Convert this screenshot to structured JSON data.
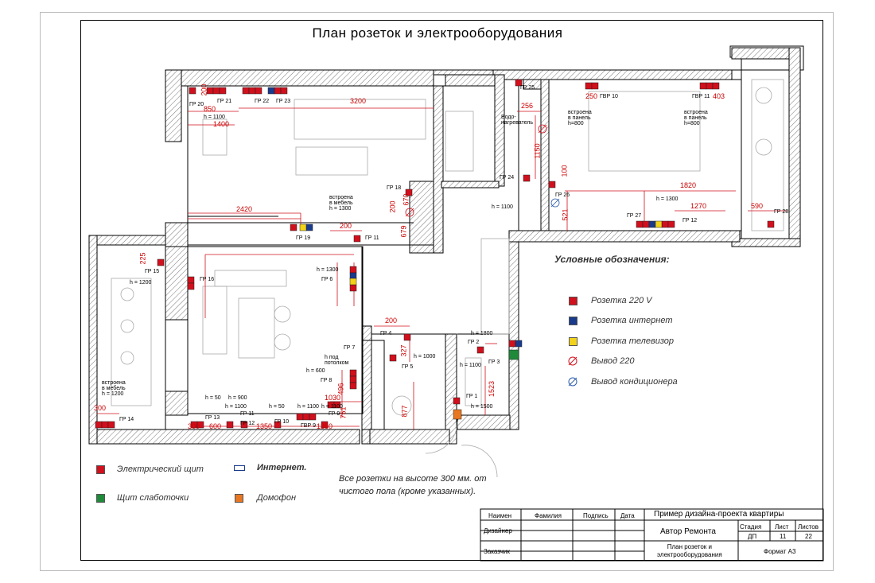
{
  "title": "План розеток и электрооборудования",
  "legend": {
    "heading": "Условные обозначения:",
    "items": [
      {
        "label": "Розетка 220 V",
        "color": "#d0101c"
      },
      {
        "label": "Розетка интернет",
        "color": "#1a3a8c"
      },
      {
        "label": "Розетка телевизор",
        "color": "#f2d21a"
      },
      {
        "label": "Вывод 220",
        "color": "#d0101c"
      },
      {
        "label": "Вывод кондиционера",
        "color": "#2b5cad"
      }
    ]
  },
  "bottom_legend": {
    "electric_panel": "Электрический щит",
    "lowcurrent_panel": "Щит слаботочки",
    "internet": "Интернет.",
    "intercom": "Домофон"
  },
  "note": {
    "line1": "Все розетки на высоте 300 мм. от",
    "line2": "чистого пола (кроме указанных)."
  },
  "labels": {
    "gr20": "ГР 20",
    "gr21": "ГР 21",
    "gr22": "ГР 22",
    "gr23": "ГР 23",
    "gr25": "ГР 25",
    "gr24": "ГР 24",
    "gr26": "ГР 26",
    "gr18": "ГР 18",
    "gr19": "ГР 19",
    "gr27": "ГР 27",
    "gr28": "ГР 28",
    "gr12x": "ГР 12",
    "gr10": "ГР 10",
    "gr11": "ГР 11",
    "gr16": "ГР 16",
    "gr15": "ГР 15",
    "gr14": "ГР 14",
    "gr7": "ГР 7",
    "gr8": "ГР 8",
    "gr6": "ГР 6",
    "gr4": "ГР 4",
    "gr5": "ГР 5",
    "gr3": "ГР 3",
    "gr2": "ГР 2",
    "gr1": "ГР 1",
    "gr13": "ГР 13",
    "gr12": "ГР 12",
    "gr11b": "ГР 11",
    "gr10b": "ГР 10",
    "gr9": "ГР 9",
    "gvr9": "ГВР 9",
    "gvr11": "ГВР 11",
    "gvr10": "ГВР 10",
    "gr9b": "ГР 9",
    "water_heater": "Водо-\nнагреватель",
    "built_furniture": "встроена\nв мебель\nh = 1300",
    "built_panel_left": "встроена\nв панель\nh=800",
    "built_panel_right": "встроена\nв панель\nh=800",
    "built_furniture2": "встроена\nв мебель\nh = 1200",
    "under_ceiling": "h под\nпотолком",
    "h1100": "h = 1100",
    "h1100b": "h = 1100",
    "h1300": "h = 1300",
    "h1300b": "h = 1300",
    "h1200": "h = 1200",
    "h1800": "h = 1800",
    "h1000": "h = 1000",
    "h1100c": "h = 1100",
    "h1500": "h = 1500",
    "h600": "h = 600",
    "h50": "h = 50",
    "h900": "h = 900",
    "h1100d": "h = 1100",
    "h50b": "h = 50",
    "h1100e": "h = 1100",
    "h1100f": "h = 1100"
  },
  "dims": {
    "d200a": "200",
    "d850": "850",
    "d1400": "1400",
    "d3200": "3200",
    "d256": "256",
    "d1150": "1150",
    "d250": "250",
    "d403": "403",
    "d100": "100",
    "d2420": "2420",
    "d200b": "200",
    "d679": "679",
    "d670": "670",
    "d200c": "200",
    "d1820": "1820",
    "d521": "521",
    "d1270": "1270",
    "d590": "590",
    "d225": "225",
    "d200d": "200",
    "d327": "327",
    "d496": "496",
    "d1030": "1030",
    "d751": "751",
    "d877": "877",
    "d1523": "1523",
    "d300a": "300",
    "d300b": "300",
    "d600": "600",
    "d1350a": "1350",
    "d1350b": "1350"
  },
  "title_block": {
    "h_name": "Наимен",
    "h_surname": "Фамилия",
    "h_sign": "Подпись",
    "h_date": "Дата",
    "project": "Пример дизайна-проекта квартиры",
    "designer": "Дизайнер",
    "author": "Автор Ремонта",
    "stage_h": "Стадия",
    "sheet_h": "Лист",
    "sheets_h": "Листов",
    "stage": "ДП",
    "sheet": "11",
    "sheets": "22",
    "customer": "Заказчик",
    "drawing_name": "План розеток и\nэлектрооборудования",
    "format": "Формат А3"
  }
}
